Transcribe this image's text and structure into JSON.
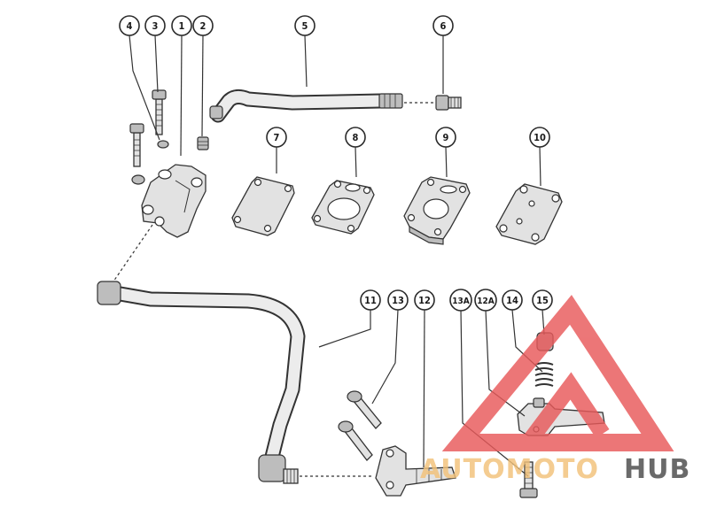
{
  "callouts": [
    "4",
    "3",
    "1",
    "2",
    "5",
    "6",
    "7",
    "8",
    "9",
    "10",
    "11",
    "13",
    "12",
    "13A",
    "12A",
    "14",
    "15"
  ],
  "watermark": {
    "word_left": "AUTOMOTO",
    "word_right": "HUB",
    "colors": {
      "triangle": "#e8595a",
      "left_text": "#f2c27a",
      "right_text": "#4a4a4a"
    }
  },
  "icons": [
    "brand-triangle-logo"
  ]
}
